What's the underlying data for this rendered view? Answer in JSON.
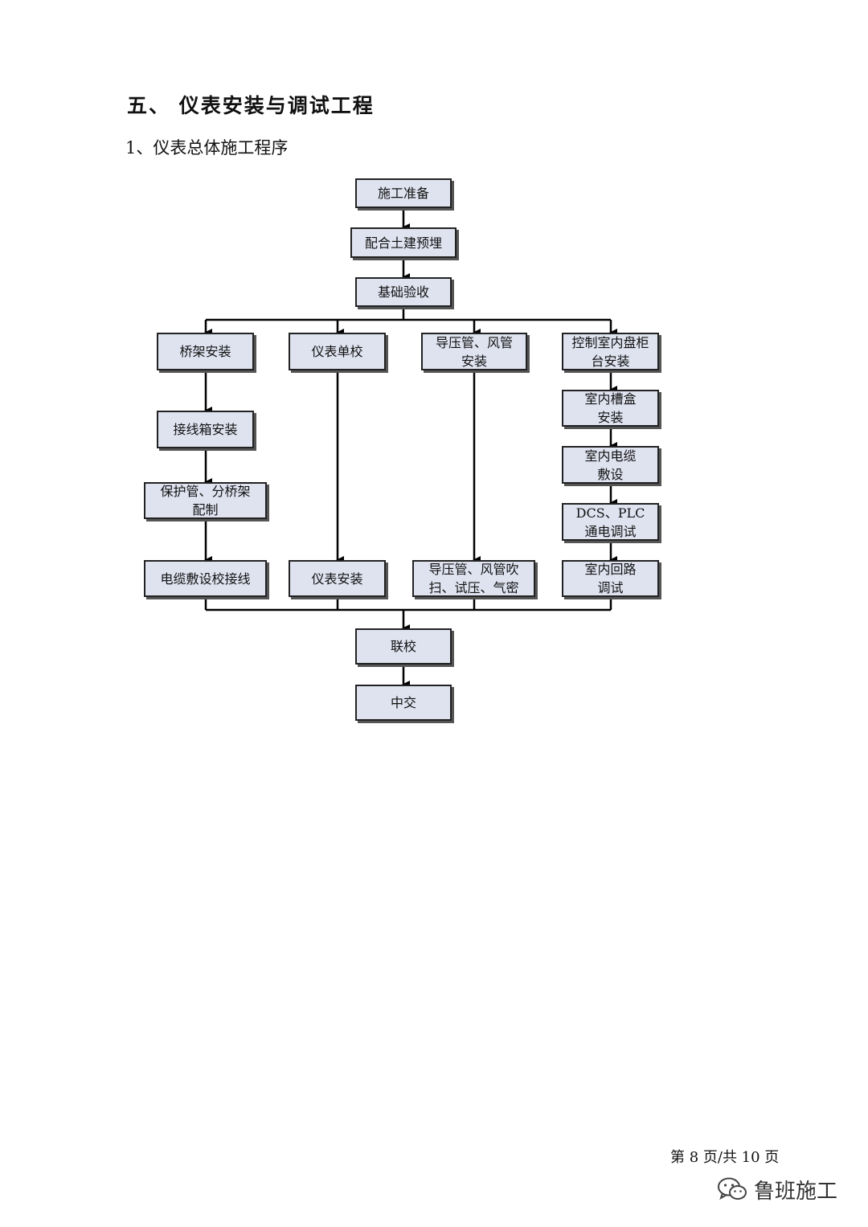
{
  "heading": "五、  仪表安装与调试工程",
  "subheading": "1、仪表总体施工程序",
  "steps": {
    "s1": "施工准备",
    "s2": "配合土建预埋",
    "s3": "基础验收",
    "b1_1": "桥架安装",
    "b1_2": "接线箱安装",
    "b1_3": "保护管、分桥架\n配制",
    "b1_4": "电缆敷设校接线",
    "b2_1": "仪表单校",
    "b2_2": "仪表安装",
    "b3_1": "导压管、风管\n安装",
    "b3_2": "导压管、风管吹\n扫、试压、气密",
    "b4_1": "控制室内盘柜\n台安装",
    "b4_2": "室内槽盒\n安装",
    "b4_3": "室内电缆\n敷设",
    "b4_4": "DCS、PLC\n通电调试",
    "b4_5": "室内回路\n调试",
    "s4": "联校",
    "s5": "中交"
  },
  "footer": "第 8 页/共 10 页",
  "watermark": {
    "icon": "wechat-icon",
    "text": "鲁班施工"
  }
}
